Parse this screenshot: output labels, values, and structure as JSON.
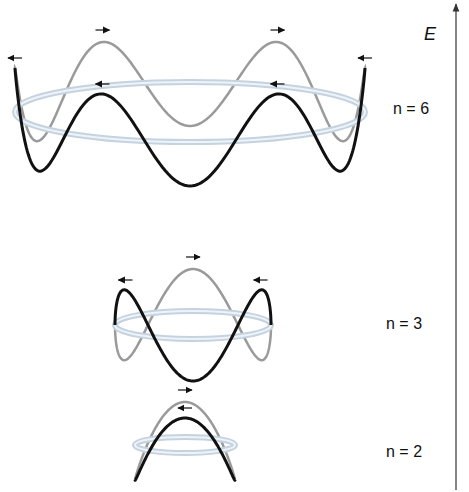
{
  "diagram": {
    "labels": [
      "E",
      "n = 6",
      "n = 3",
      "n = 2"
    ]
  }
}
